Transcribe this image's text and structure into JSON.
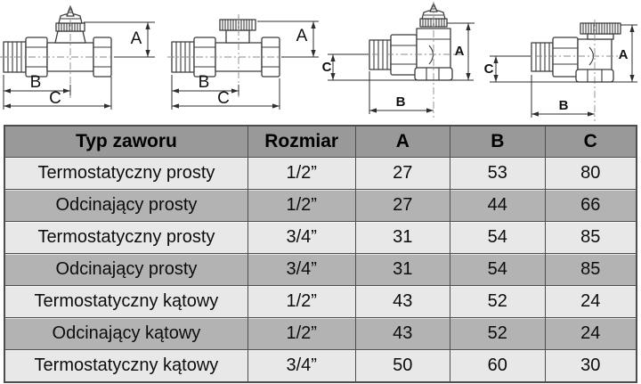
{
  "diagrams": {
    "dimension_labels": {
      "a": "A",
      "b": "B",
      "c": "C"
    }
  },
  "table": {
    "headers": [
      "Typ zaworu",
      "Rozmiar",
      "A",
      "B",
      "C"
    ],
    "rows": [
      {
        "type": "Termostatyczny prosty",
        "size": "1/2”",
        "a": "27",
        "b": "53",
        "c": "80"
      },
      {
        "type": "Odcinający prosty",
        "size": "1/2”",
        "a": "27",
        "b": "44",
        "c": "66"
      },
      {
        "type": "Termostatyczny prosty",
        "size": "3/4”",
        "a": "31",
        "b": "54",
        "c": "85"
      },
      {
        "type": "Odcinający prosty",
        "size": "3/4”",
        "a": "31",
        "b": "54",
        "c": "85"
      },
      {
        "type": "Termostatyczny kątowy",
        "size": "1/2”",
        "a": "43",
        "b": "52",
        "c": "24"
      },
      {
        "type": "Odcinający kątowy",
        "size": "1/2”",
        "a": "43",
        "b": "52",
        "c": "24"
      },
      {
        "type": "Termostatyczny kątowy",
        "size": "3/4”",
        "a": "50",
        "b": "60",
        "c": "30"
      }
    ]
  },
  "colors": {
    "header_bg": "#999999",
    "row_light": "#e8e8e8",
    "row_dark": "#b3b3b3",
    "table_border": "#4d4d4d",
    "drawing_line": "#3b3b3b"
  }
}
